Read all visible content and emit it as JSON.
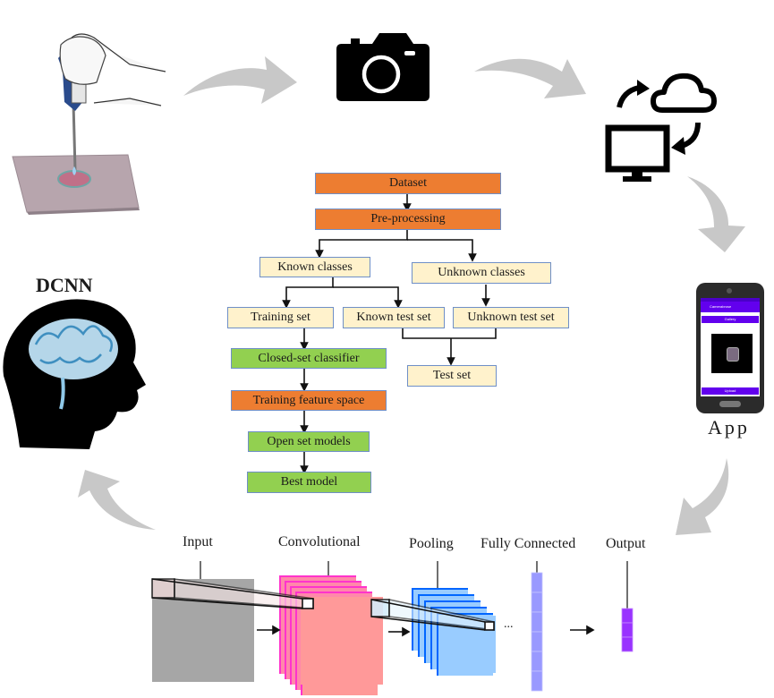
{
  "pipeline": {
    "stages": [
      {
        "name": "sample-preparation",
        "icon": "pipette-slide-icon"
      },
      {
        "name": "image-capture",
        "icon": "camera-icon"
      },
      {
        "name": "cloud-computing",
        "icon": "computer-cloud-sync-icon"
      },
      {
        "name": "mobile-app",
        "icon": "smartphone-icon",
        "label": "App"
      },
      {
        "name": "cnn-architecture",
        "icon": "cnn-layers-icon"
      },
      {
        "name": "dcnn",
        "icon": "brain-head-icon",
        "label": "DCNN"
      }
    ],
    "arrow_color": "#c8c8c8"
  },
  "app": {
    "label": "App",
    "screen_title": "Camerabrose",
    "gallery_button": "Gallery",
    "upload_button": "Upload",
    "accent": "#6200ee"
  },
  "dcnn": {
    "label": "DCNN"
  },
  "flowchart": {
    "colors": {
      "orange": "#ed7d31",
      "cream": "#fff2cc",
      "green": "#92d050",
      "border": "#6f8fc7"
    },
    "nodes": {
      "dataset": "Dataset",
      "preprocessing": "Pre-processing",
      "known_classes": "Known classes",
      "unknown_classes": "Unknown classes",
      "training_set": "Training set",
      "known_test_set": "Known test set",
      "unknown_test_set": "Unknown test set",
      "closed_set_classifier": "Closed-set classifier",
      "test_set": "Test set",
      "training_feature_space": "Training feature space",
      "open_set_models": "Open set models",
      "best_model": "Best model"
    }
  },
  "cnn": {
    "labels": {
      "input": "Input",
      "convolutional": "Convolutional",
      "pooling": "Pooling",
      "fully_connected": "Fully Connected",
      "output": "Output",
      "ellipsis": "..."
    },
    "colors": {
      "input": "#a6a6a6",
      "conv_front": "#ff9999",
      "conv_back": "#ff33cc",
      "pool_front": "#99ccff",
      "pool_back": "#0066ff",
      "fc": "#9999ff",
      "output": "#9933ff"
    }
  }
}
